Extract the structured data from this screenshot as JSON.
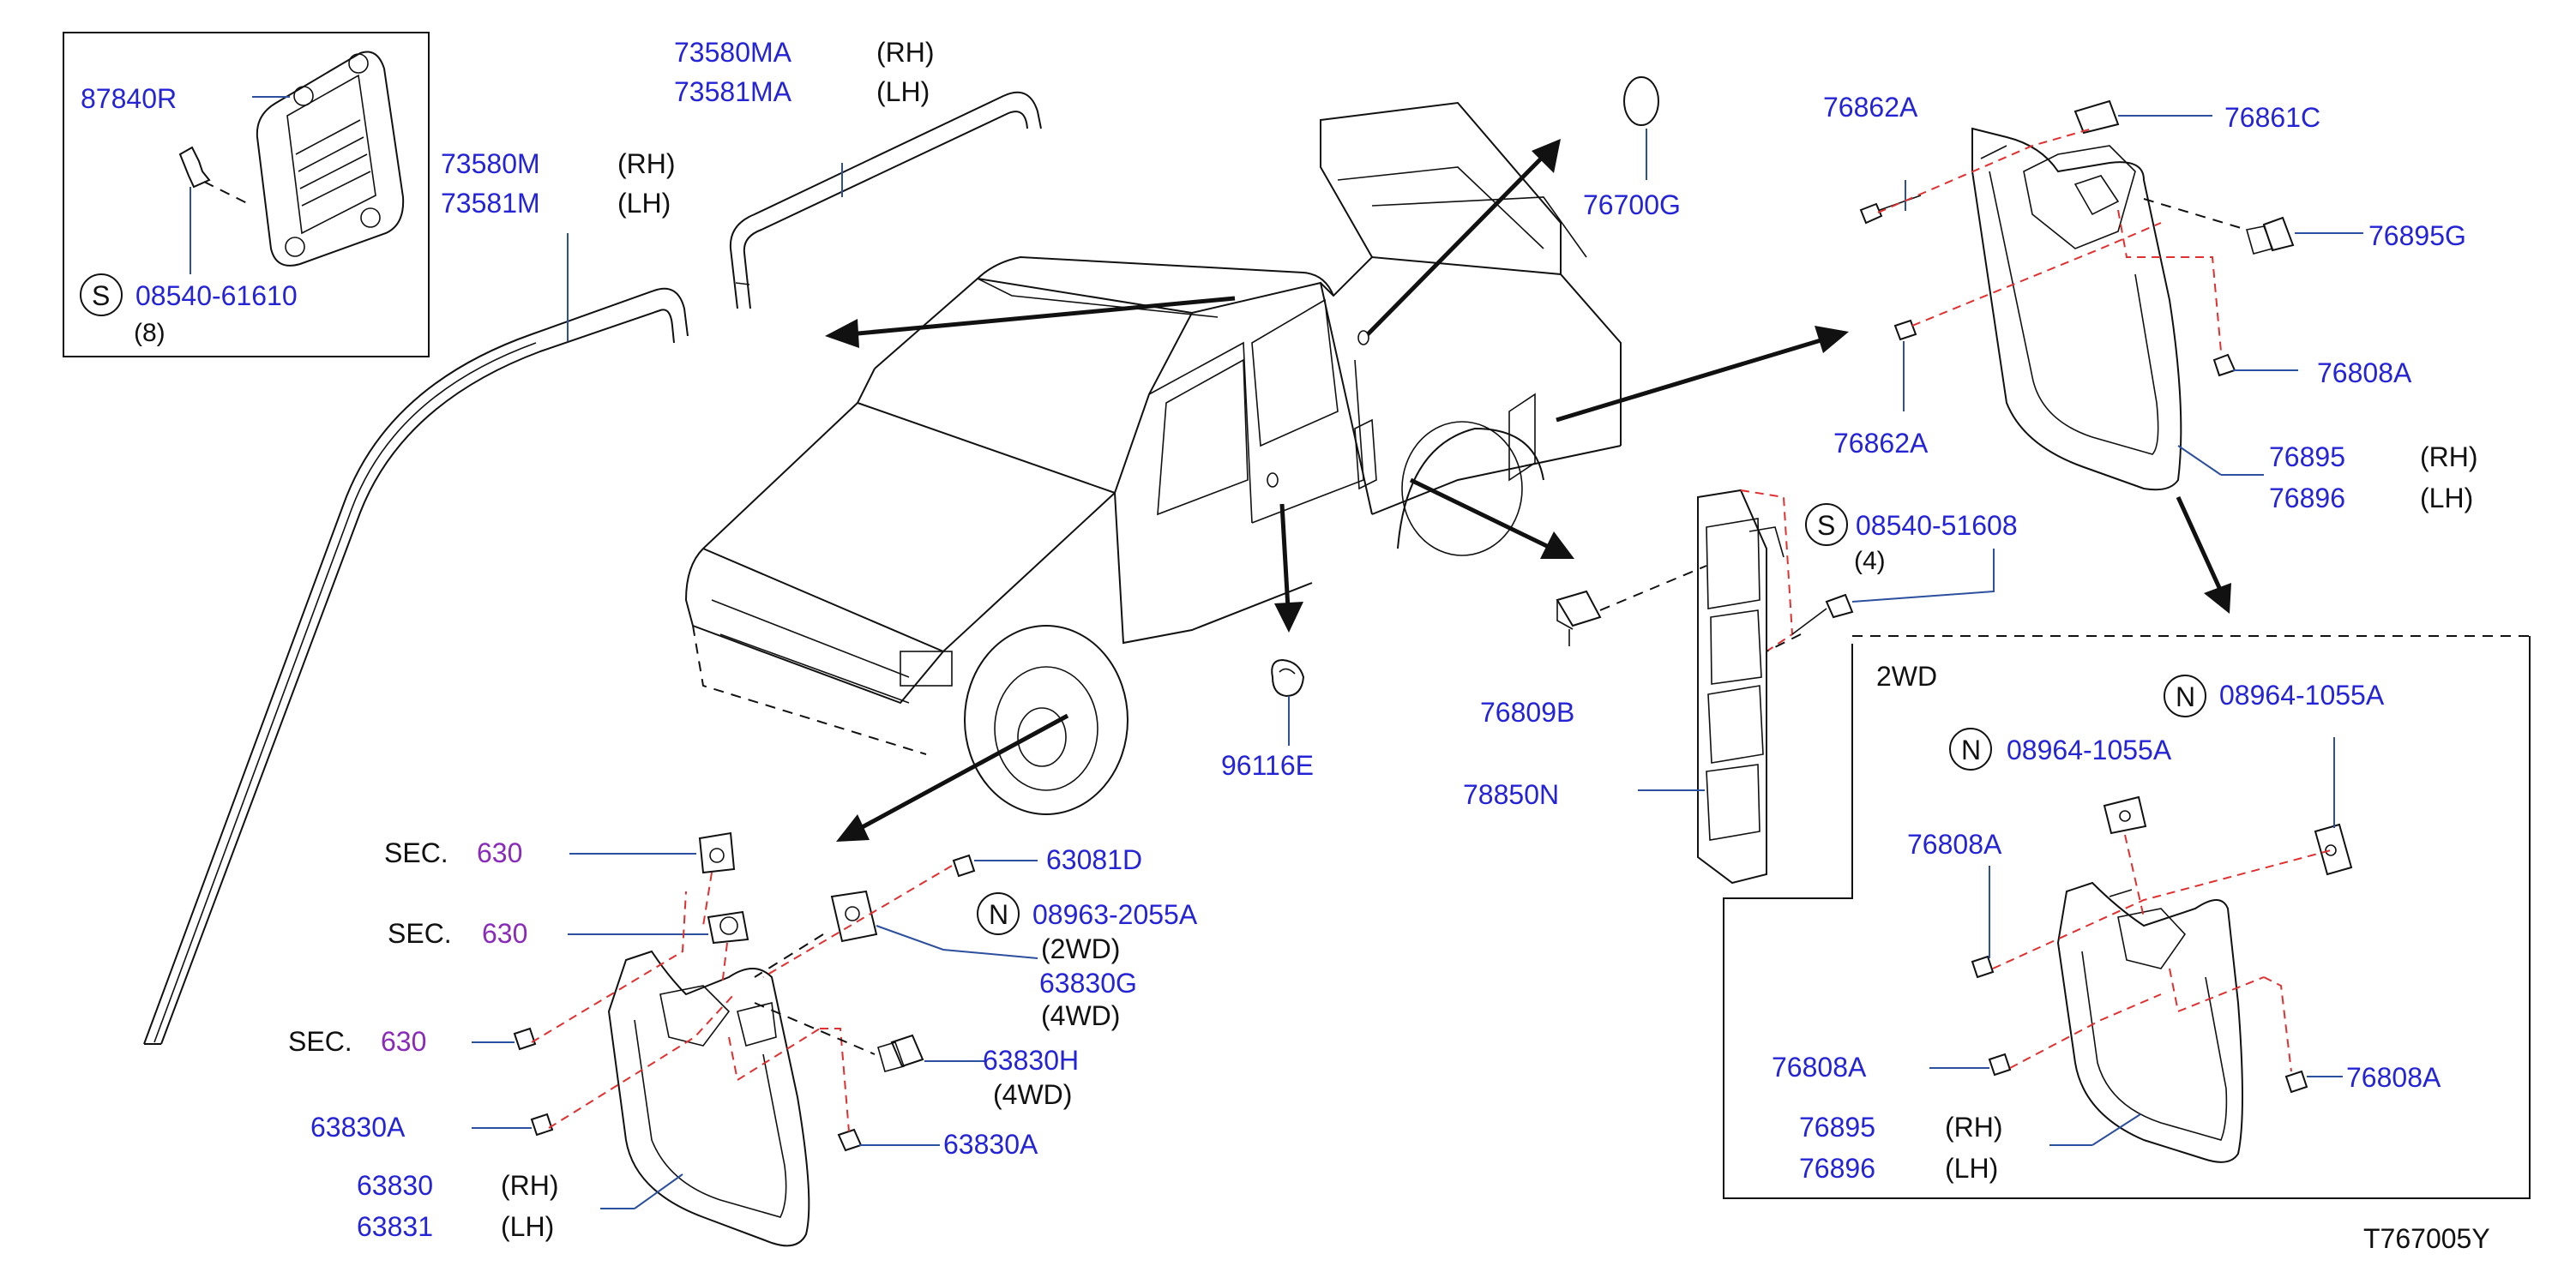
{
  "diagram_id": "T767005Y",
  "labels": {
    "p87840R": "87840R",
    "s08540_61610": "08540-61610",
    "qty8": "(8)",
    "p73580MA": "73580MA",
    "p73581MA": "73581MA",
    "p73580M": "73580M",
    "p73581M": "73581M",
    "rh": "(RH)",
    "lh": "(LH)",
    "p76700G": "76700G",
    "p96116E": "96116E",
    "p76862A": "76862A",
    "p76861C": "76861C",
    "p76895G": "76895G",
    "p76808A": "76808A",
    "p76895": "76895",
    "p76896": "76896",
    "s08540_51608": "08540-51608",
    "qty4": "(4)",
    "p76809B": "76809B",
    "p78850N": "78850N",
    "sec": "SEC.",
    "sec630": "630",
    "p63081D": "63081D",
    "n08963_2055A": "08963-2055A",
    "wd2": "(2WD)",
    "p63830G": "63830G",
    "wd4": "(4WD)",
    "p63830H": "63830H",
    "p63830A": "63830A",
    "p63830": "63830",
    "p63831": "63831",
    "n08964_1055A": "08964-1055A",
    "inset_2wd": "2WD",
    "sym_s": "S",
    "sym_n": "N"
  },
  "colors": {
    "part_number": "#2424d6",
    "section_ref": "#8a2ab8",
    "leader": "#2c4f9e",
    "phantom": "#e03030"
  }
}
